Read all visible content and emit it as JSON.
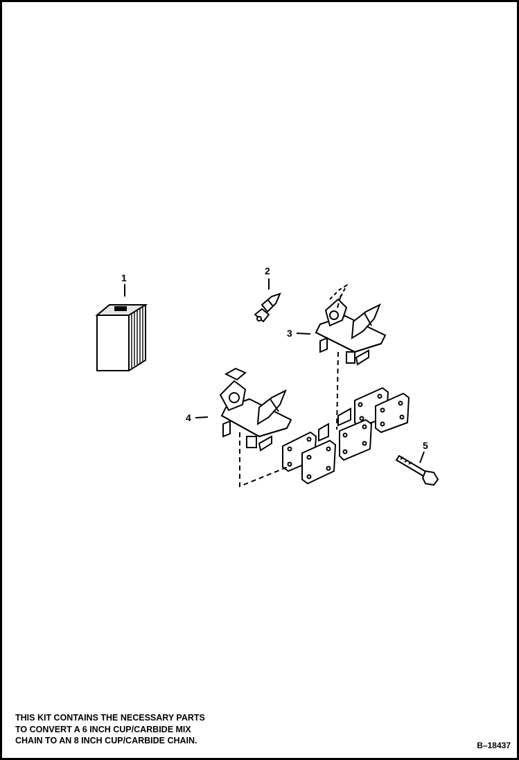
{
  "callouts": {
    "item_1": "1",
    "item_2": "2",
    "item_3": "3",
    "item_4": "4",
    "item_5": "5"
  },
  "note": {
    "lines": [
      "THIS KIT CONTAINS THE NECESSARY PARTS",
      "TO CONVERT A 6 INCH CUP/CARBIDE MIX",
      "CHAIN TO AN 8 INCH CUP/CARBIDE CHAIN."
    ]
  },
  "figure_number": "B–18437",
  "colors": {
    "ink": "#000000",
    "paper": "#ffffff",
    "box_shade": "#e6e6e6"
  }
}
